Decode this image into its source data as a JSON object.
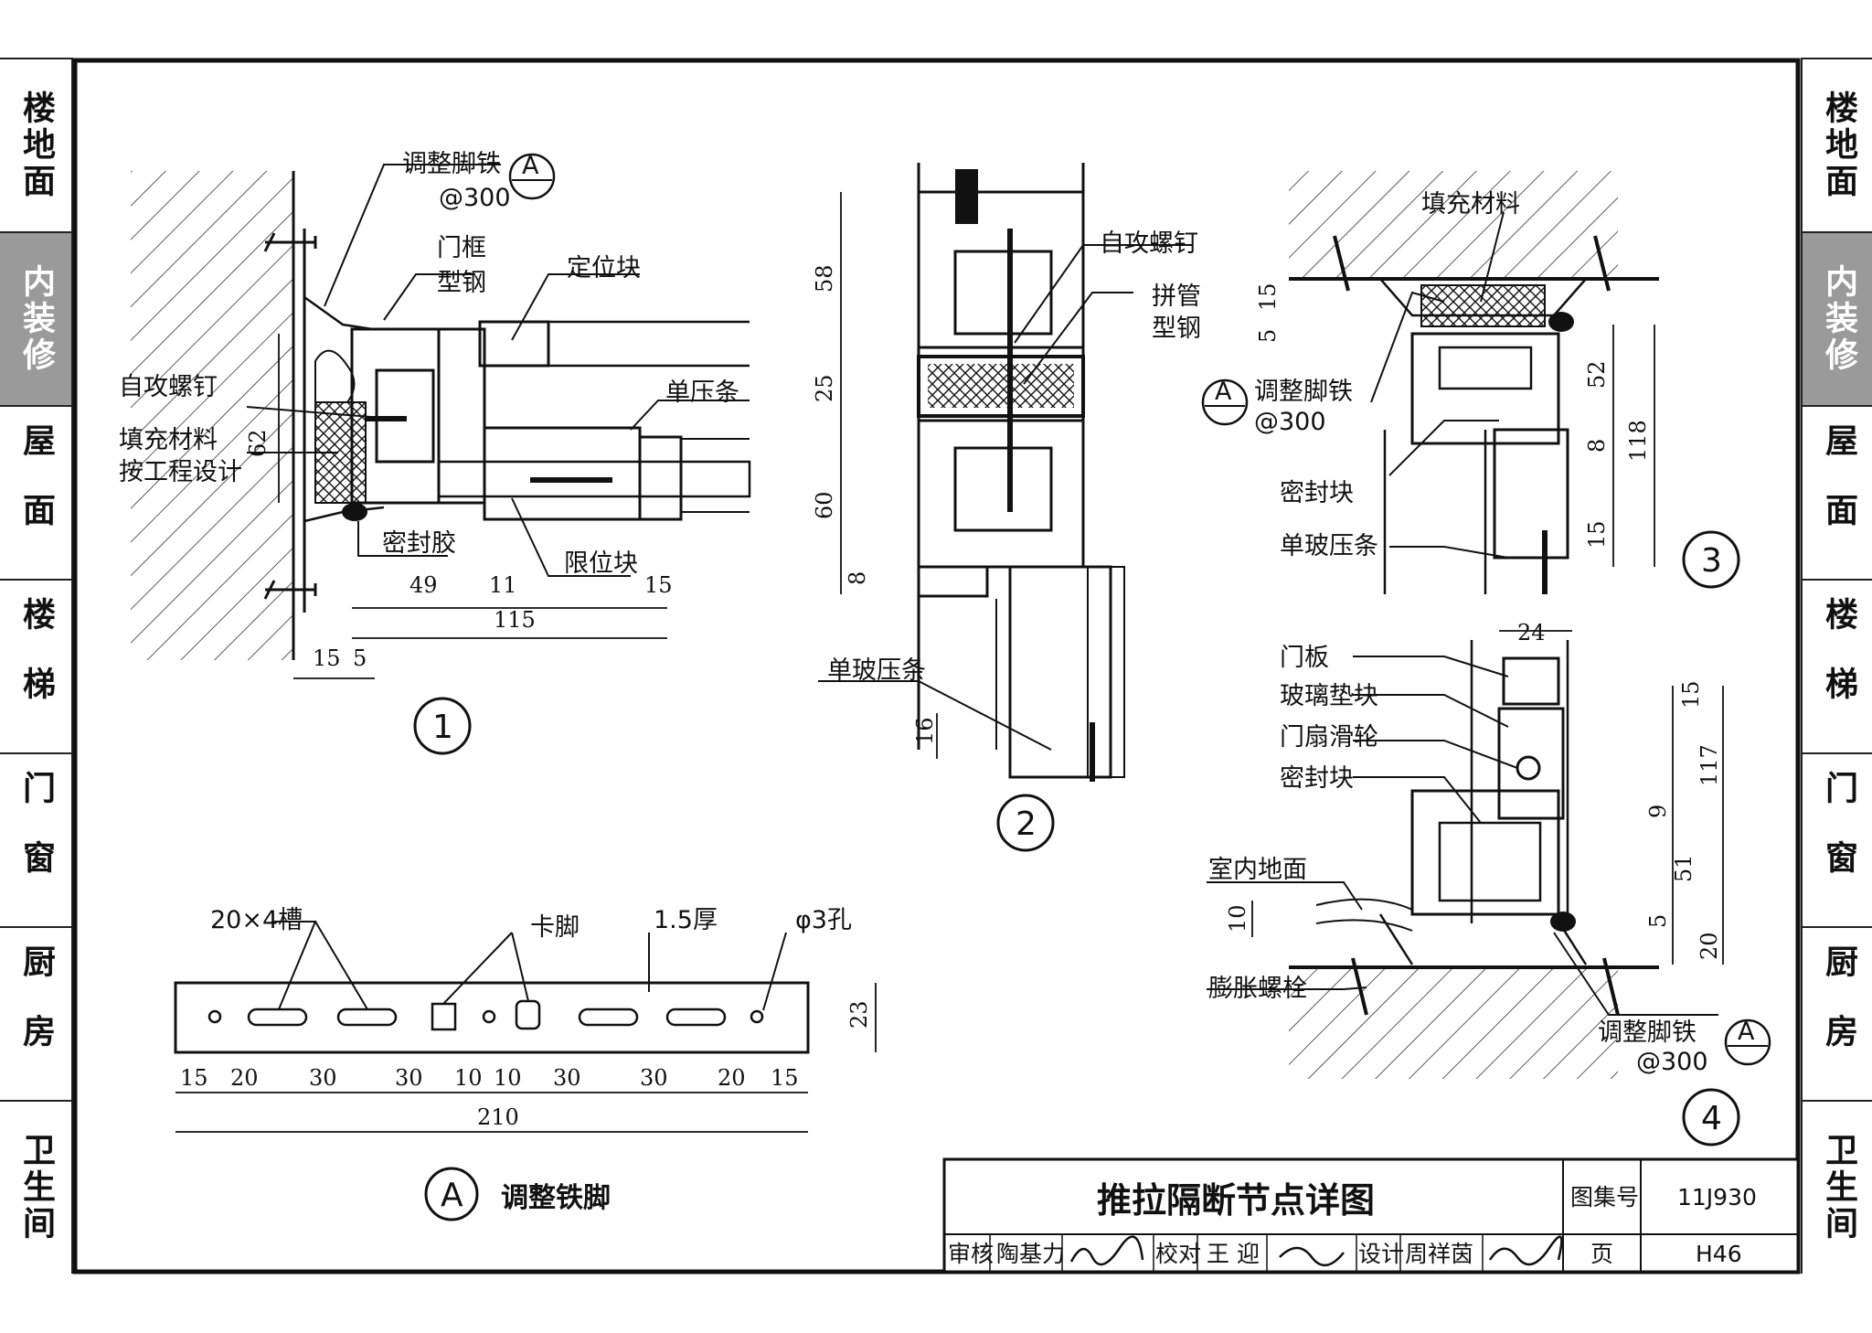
{
  "sidebar": {
    "items": [
      {
        "label": "楼地面",
        "active": false
      },
      {
        "label": "内装修",
        "active": true
      },
      {
        "label": "屋面",
        "active": false
      },
      {
        "label": "楼梯",
        "active": false
      },
      {
        "label": "门窗",
        "active": false
      },
      {
        "label": "厨房",
        "active": false
      },
      {
        "label": "卫生间",
        "active": false
      }
    ]
  },
  "detail1": {
    "number": "1",
    "labels": {
      "adjust_iron": "调整脚铁",
      "spacing": "@300",
      "frame": "门框",
      "steel": "型钢",
      "locator": "定位块",
      "screw": "自攻螺钉",
      "filler": "填充材料",
      "per_design": "按工程设计",
      "bead": "单压条",
      "sealant": "密封胶",
      "stop": "限位块"
    },
    "dims": [
      "49",
      "11",
      "15",
      "115",
      "15",
      "5",
      "62"
    ]
  },
  "detail2": {
    "number": "2",
    "labels": {
      "screw": "自攻螺钉",
      "tube": "拼管",
      "steel": "型钢",
      "bead": "单玻压条"
    },
    "dims": [
      "58",
      "25",
      "60",
      "8",
      "16"
    ]
  },
  "detail3": {
    "number": "3",
    "labels": {
      "filler": "填充材料",
      "adjust_iron": "调整脚铁",
      "spacing": "@300",
      "seal": "密封块",
      "bead": "单玻压条"
    },
    "dims": [
      "5",
      "15",
      "52",
      "8",
      "118",
      "15"
    ]
  },
  "detail4": {
    "number": "4",
    "labels": {
      "panel": "门板",
      "glass_pad": "玻璃垫块",
      "roller": "门扇滑轮",
      "seal": "密封块",
      "floor": "室内地面",
      "bolt": "膨胀螺栓",
      "adjust_iron": "调整脚铁",
      "spacing": "@300"
    },
    "dims": [
      "24",
      "15",
      "117",
      "9",
      "51",
      "5",
      "20",
      "10"
    ]
  },
  "detailA": {
    "ref": "A",
    "title": "调整铁脚",
    "labels": {
      "slot": "20×4槽",
      "clip": "卡脚",
      "thick": "1.5厚",
      "hole": "φ3孔"
    },
    "dims": [
      "15",
      "20",
      "30",
      "30",
      "10",
      "10",
      "30",
      "30",
      "20",
      "15"
    ],
    "total": "210",
    "height": "23"
  },
  "title_block": {
    "title": "推拉隔断节点详图",
    "atlas_label": "图集号",
    "atlas_no": "11J930",
    "review_label": "审核",
    "reviewer": "陶基力",
    "check_label": "校对",
    "checker": "王 迎",
    "design_label": "设计",
    "designer": "周祥茵",
    "page_label": "页",
    "page_no": "H46"
  }
}
